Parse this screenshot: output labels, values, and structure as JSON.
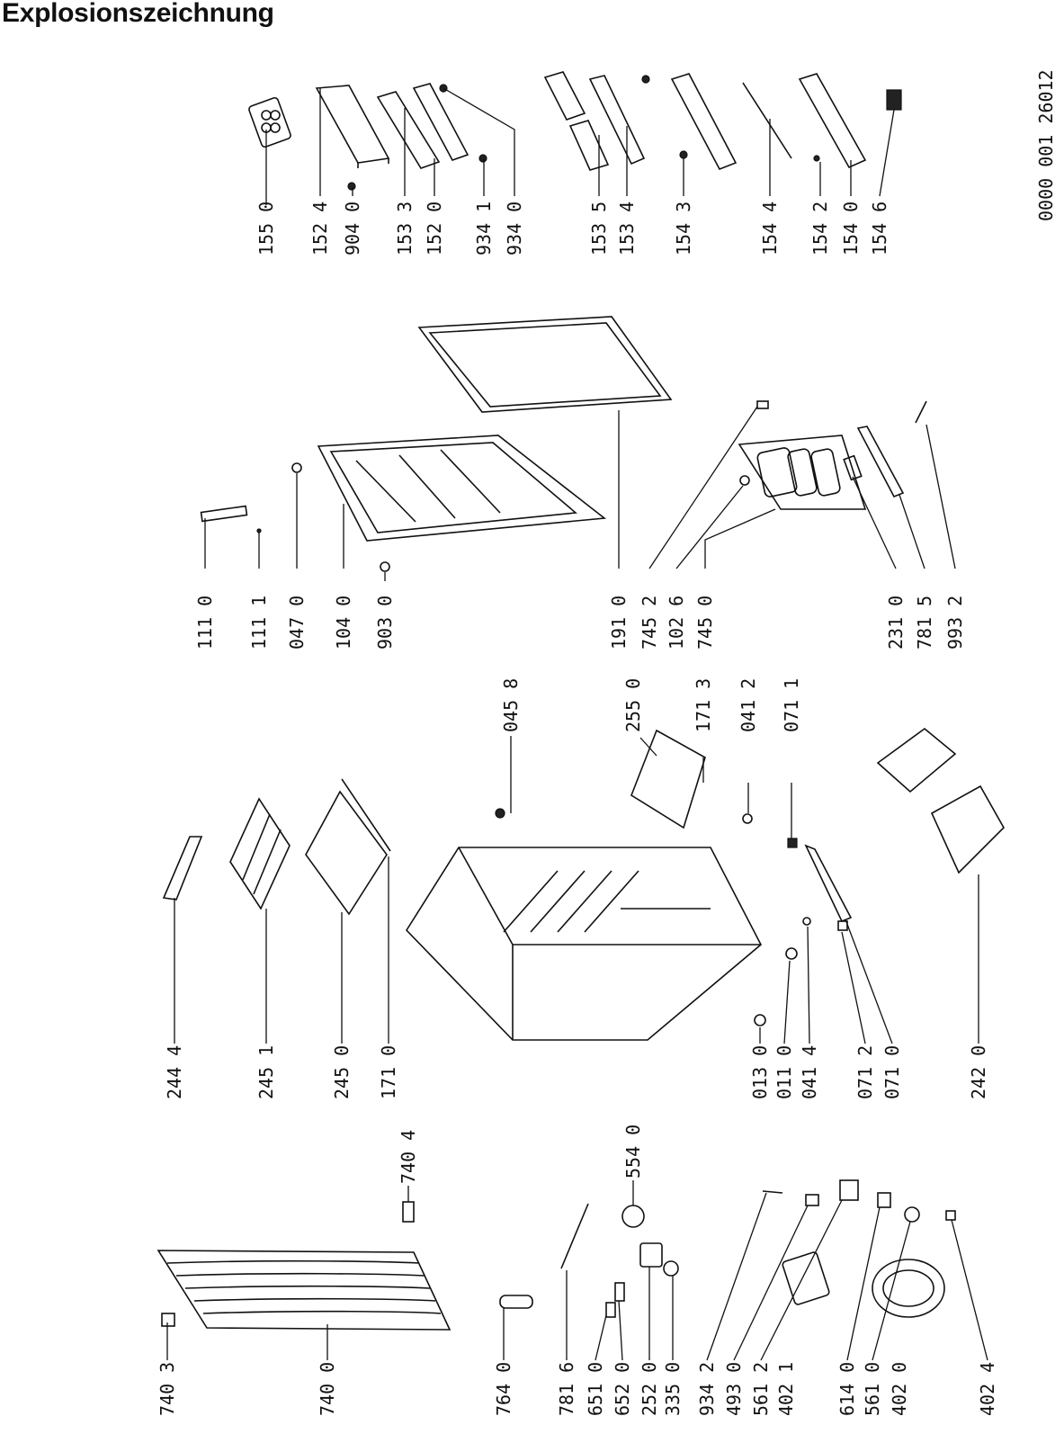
{
  "title": "Explosionszeichnung",
  "drawing_number": "0000 001 26012",
  "colors": {
    "ink": "#111111",
    "background": "#ffffff"
  },
  "labels": [
    "155 0",
    "152 4",
    "904 0",
    "153 3",
    "152 0",
    "934 1",
    "934 0",
    "153 5",
    "153 4",
    "154 3",
    "154 4",
    "154 2",
    "154 0",
    "154 6",
    "111 0",
    "111 1",
    "047 0",
    "104 0",
    "903 0",
    "191 0",
    "745 2",
    "102 6",
    "745 0",
    "231 0",
    "781 5",
    "993 2",
    "244 4",
    "245 1",
    "245 0",
    "171 0",
    "045 8",
    "255 0",
    "171 3",
    "041 2",
    "071 1",
    "013 0",
    "011 0",
    "041 4",
    "071 2",
    "071 0",
    "242 0",
    "740 3",
    "740 0",
    "740 4",
    "764 0",
    "781 6",
    "651 0",
    "652 0",
    "252 0",
    "335 0",
    "554 0",
    "934 2",
    "493 0",
    "561 2",
    "402 1",
    "614 0",
    "561 0",
    "402 0",
    "402 4"
  ]
}
